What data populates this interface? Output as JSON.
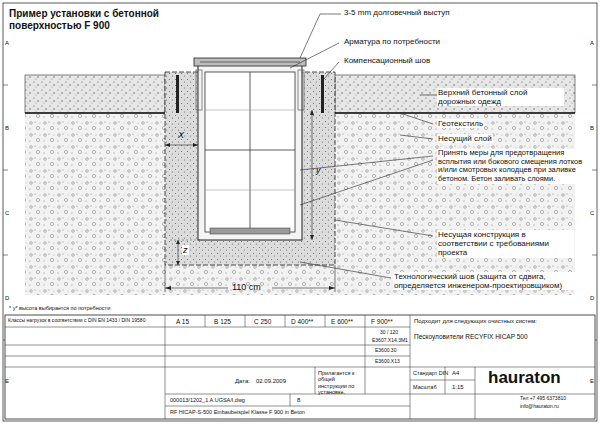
{
  "diagram": {
    "title": "Пример установки с бетонной поверхностью F 900",
    "labels": [
      "3-5 mm долговечный выступ",
      "Арматура по потребности",
      "Компенсационный шов",
      "Верхний бетонный слой дорожных одежд",
      "Геотекстиль",
      "Несущий слой",
      "Принять меры для предотвращения всплытия или бокового смещения лотков и/или смотровых колодцев при заливке бетоном. Бетон заливать слоями.",
      "Несущая конструкция в соответствии с требованиями проекта",
      "Технологический шов (защита от сдвига, определяется инженером-проектировщиком)",
      "110 cm",
      "X",
      "y",
      "z",
      "* y* высота выбирается по потребности",
      "Классы нагрузок в соответствии с DIN EN 1433 / DIN 19580",
      "A 15",
      "B 125",
      "C 250",
      "D 400**",
      "E 600**",
      "F 900**",
      "Подходит для следующих очистных систем:",
      "Пескоуловители RECYFIX HICAP 500",
      "30 / 120",
      "E3607.X14.3M1",
      "E3600.30",
      "E3600.X13",
      "Дата:",
      "02.09.2009",
      "Прилагается к общей инструкции по установке.",
      "Стандарт DIN",
      "A4",
      "Масштаб",
      "1:15",
      "hauraton",
      "Тел +7 495 6373810",
      "info@hauraton.ru",
      "000013/1202_1 A.UGSA/I.dwg",
      "8",
      "RF HICAP-S-500 Einbaubeispiel Klasse F 900 in Beton",
      "A",
      "B",
      "C",
      "D",
      "E",
      "A",
      "B",
      "C",
      "D",
      "E"
    ]
  }
}
